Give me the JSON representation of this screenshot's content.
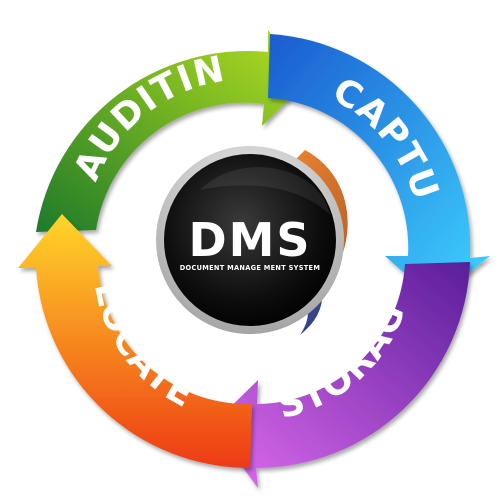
{
  "diagram": {
    "center": {
      "title": "DMS",
      "subtitle": "DOCUMENT MANAGE MENT SYSTEM"
    },
    "stages": [
      {
        "label": "CAPTURE",
        "color_light": "#3fd4ff",
        "color_dark": "#1a5bd0"
      },
      {
        "label": "STORAGE",
        "color_light": "#e06cf0",
        "color_dark": "#5a1e9a"
      },
      {
        "label": "LOCATE",
        "color_light": "#ffd62a",
        "color_dark": "#ee3a14"
      },
      {
        "label": "AUDITING",
        "color_light": "#b6e01e",
        "color_dark": "#1e7a2a"
      }
    ]
  }
}
